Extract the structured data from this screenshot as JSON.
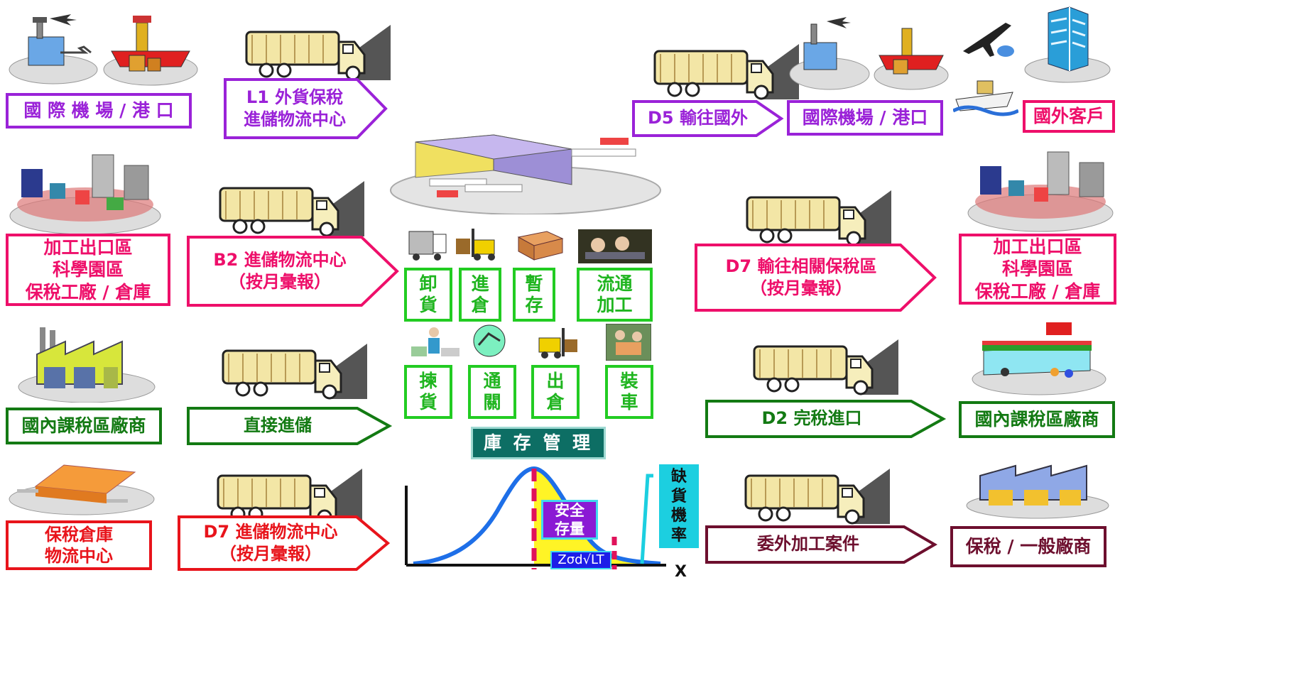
{
  "colors": {
    "purple": "#9a22d8",
    "magenta": "#ee0f6a",
    "green": "#137a13",
    "red": "#e8141b",
    "maroon": "#6d0f2e",
    "blue": "#1d1de8",
    "op_green": "#22cc22",
    "teal": "#0d6e64",
    "cyan": "#1ccfe0"
  },
  "left": {
    "airport_port": "國 際 機 場 /  港 口",
    "l1": "L1 外貨保稅\n進儲物流中心",
    "export_zone": "加工出口區\n科學園區\n保稅工廠 / 倉庫",
    "b2": "B2 進儲物流中心\n（按月彙報）",
    "domestic": "國內課稅區廠商",
    "direct": "直接進儲",
    "bonded_wh": "保稅倉庫\n物流中心",
    "d7_in": "D7 進儲物流中心\n（按月彙報）"
  },
  "center": {
    "ops": [
      "卸\n貨",
      "進\n倉",
      "暫\n存",
      "流通\n加工",
      "揀\n貨",
      "通\n關",
      "出\n倉",
      "裝\n車"
    ],
    "inventory": "庫 存 管 理",
    "safety_stock": "安全\n存量",
    "formula": "Zσd√LT",
    "stockout": "缺\n貨\n機\n率",
    "x_axis": "X"
  },
  "right": {
    "d5": "D5 輸往國外",
    "airport_port": "國際機場 /  港口",
    "foreign_customer": "國外客戶",
    "d7_out": "D7 輸往相關保稅區\n（按月彙報）",
    "export_zone": "加工出口區\n科學園區\n保稅工廠 / 倉庫",
    "d2": "D2 完稅進口",
    "domestic": "國內課稅區廠商",
    "outsourced": "委外加工案件",
    "bonded_general": "保稅 / 一般廠商"
  }
}
